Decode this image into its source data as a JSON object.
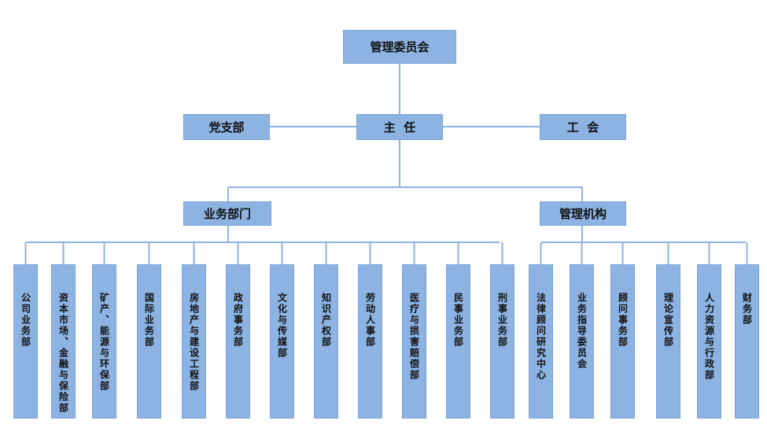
{
  "top": "管理委员会",
  "director": "主  任",
  "party": "党支部",
  "union": "工  会",
  "business_dept": "业务部门",
  "admin_org": "管理机构",
  "business_units": [
    "公司业务部",
    "资本市场、金融与保险部",
    "矿产、能源与环保部",
    "国际业务部",
    "房地产与建设工程部",
    "政府事务部",
    "文化与传媒部",
    "知识产权部",
    "劳动人事部",
    "医疗与损害赔偿部",
    "民事业务部",
    "刑事业务部"
  ],
  "admin_units": [
    "法律顾问研究中心",
    "业务指导委员会",
    "顾问事务部",
    "理论宣传部",
    "人力资源与行政部",
    "财务部"
  ]
}
